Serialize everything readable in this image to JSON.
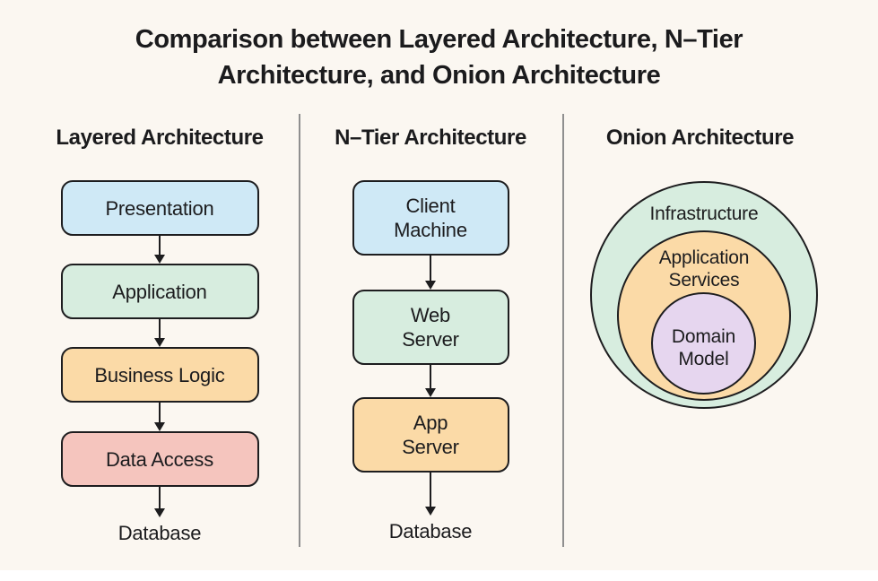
{
  "title": {
    "line1": "Comparison between Layered Architecture, N–Tier",
    "line2": "Architecture, and Onion Architecture"
  },
  "layered": {
    "header": "Layered Architecture",
    "boxes": [
      {
        "label": "Presentation",
        "color": "#CFE9F6"
      },
      {
        "label": "Application",
        "color": "#D7EDDF"
      },
      {
        "label": "Business Logic",
        "color": "#FBDAA7"
      },
      {
        "label": "Data Access",
        "color": "#F5C5BE"
      }
    ],
    "database_label": "Database"
  },
  "ntier": {
    "header": "N–Tier Architecture",
    "boxes": [
      {
        "label": "Client\nMachine",
        "color": "#CFE9F6"
      },
      {
        "label": "Web\nServer",
        "color": "#D7EDDF"
      },
      {
        "label": "App\nServer",
        "color": "#FBDAA7"
      }
    ],
    "database_label": "Database"
  },
  "onion": {
    "header": "Onion Architecture",
    "rings": [
      {
        "label": "Infrastructure",
        "color": "#D7EDDF"
      },
      {
        "label": "Application\nServices",
        "color": "#FBDAA7"
      },
      {
        "label": "Domain\nModel",
        "color": "#E6D6EF"
      }
    ]
  },
  "colors": {
    "background": "#FBF7F1",
    "stroke": "#1D1D1F",
    "divider": "#8F8F8F",
    "text": "#1C1C1E"
  }
}
